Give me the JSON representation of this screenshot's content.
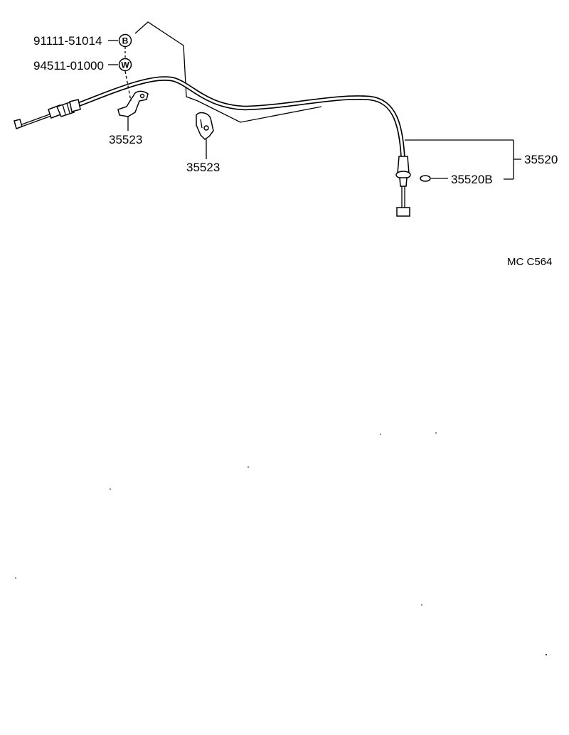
{
  "diagram": {
    "part_numbers": {
      "bolt": "91111-51014",
      "washer": "94511-01000",
      "clamp_left": "35523",
      "clamp_right": "35523",
      "cable_assy": "35520",
      "grommet": "35520B"
    },
    "symbols": {
      "bolt": "B",
      "washer": "W"
    },
    "illustration_code": "MC  C564"
  }
}
